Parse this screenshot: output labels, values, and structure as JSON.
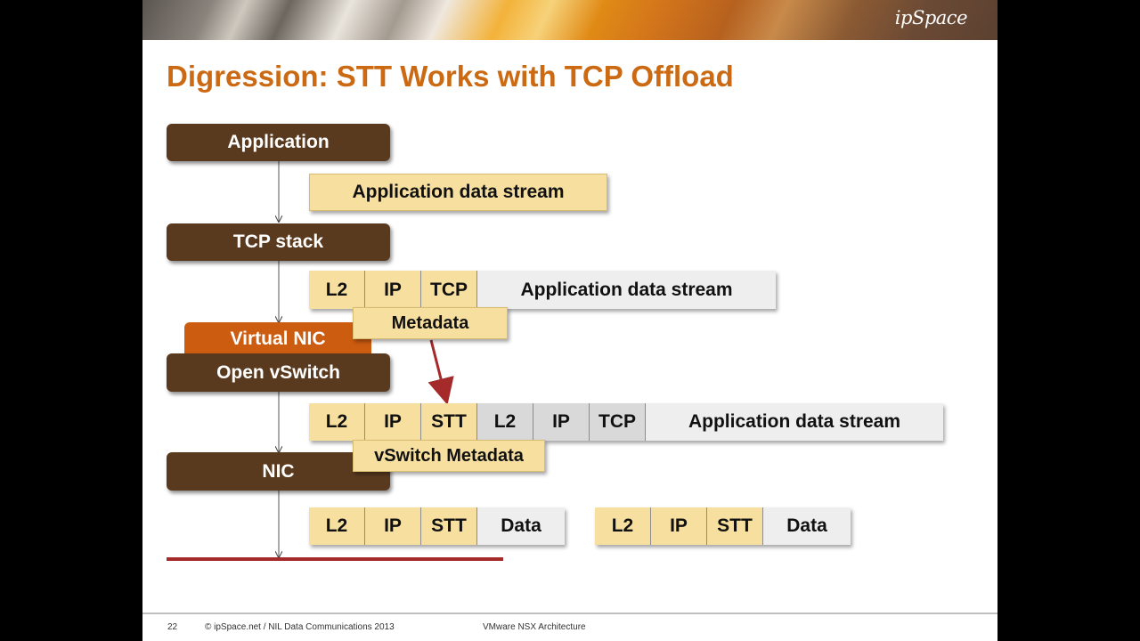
{
  "logo": "ipSpace",
  "title": "Digression: STT Works with TCP Offload",
  "stack": {
    "application": "Application",
    "tcp_stack": "TCP stack",
    "virtual_nic": "Virtual NIC",
    "open_vswitch": "Open vSwitch",
    "nic": "NIC"
  },
  "app_stream": "Application data stream",
  "tcp_frame": [
    "L2",
    "IP",
    "TCP",
    "Application data stream"
  ],
  "metadata_tag": "Metadata",
  "stt_frame": [
    "L2",
    "IP",
    "STT",
    "L2",
    "IP",
    "TCP",
    "Application data stream"
  ],
  "vswitch_metadata_tag": "vSwitch Metadata",
  "segment_1": [
    "L2",
    "IP",
    "STT",
    "Data"
  ],
  "segment_2": [
    "L2",
    "IP",
    "STT",
    "Data"
  ],
  "colors": {
    "title": "#cc6a14",
    "brown_box": "#5a3a1f",
    "virtual_nic": "#cc5c10",
    "header_cell": "#f7dfa0",
    "arrow": "#a52a2a"
  },
  "footer": {
    "page": "22",
    "copyright": "© ipSpace.net / NIL Data Communications 2013",
    "topic": "VMware NSX Architecture"
  }
}
